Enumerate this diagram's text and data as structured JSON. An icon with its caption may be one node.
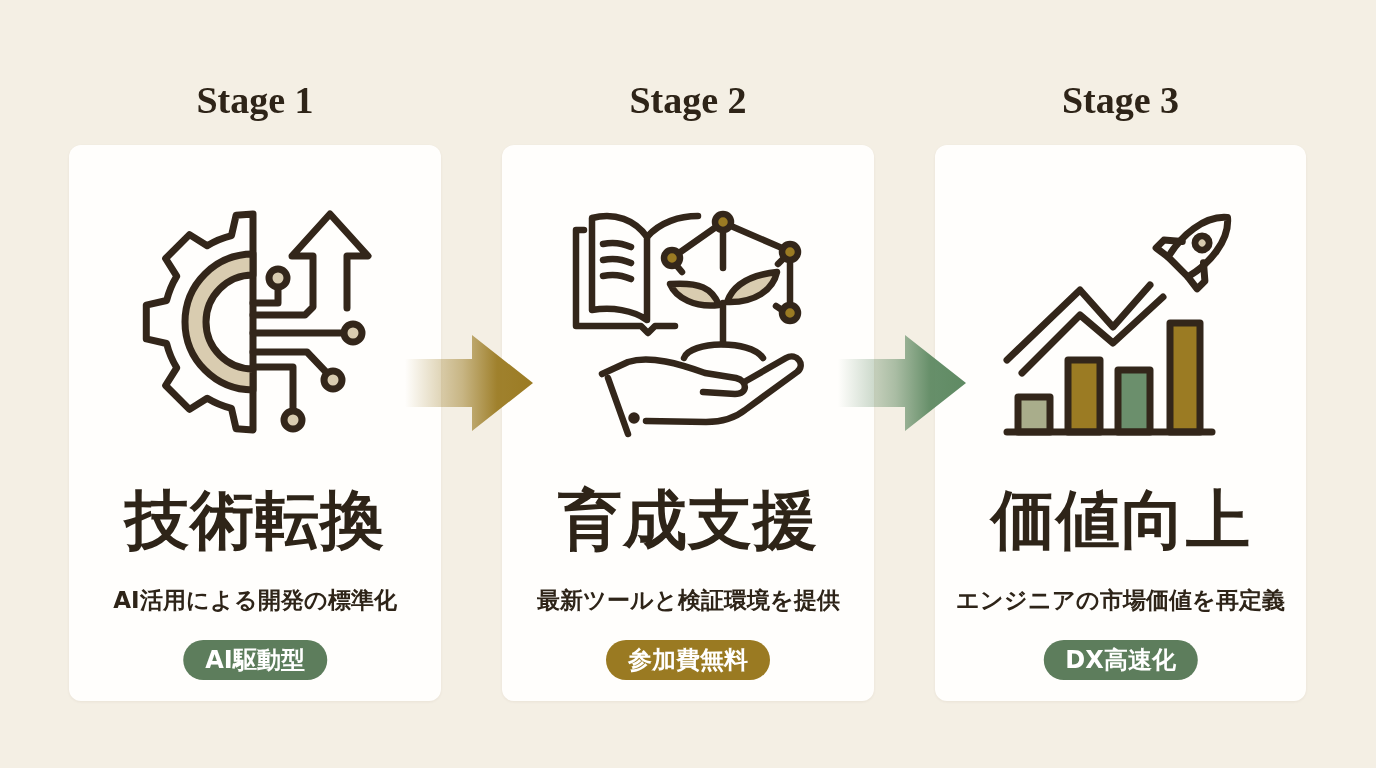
{
  "diagram": {
    "nodes": [
      {
        "text": [
          "Stage 1",
          "技術転換",
          "AI活用による開発の標準化"
        ]
      },
      {
        "text": [
          "AI駆動型"
        ],
        "in": 0
      },
      {
        "text": [
          "Stage 2",
          "育成支援",
          "最新ツールと検証環境を提供"
        ]
      },
      {
        "text": [
          "参加費無料"
        ],
        "in": 2
      },
      {
        "text": [
          "Stage 3",
          "価値向上",
          "エンジニアの市場価値を再定義"
        ]
      },
      {
        "text": [
          "DX高速化"
        ],
        "in": 4
      }
    ],
    "edges": [
      {
        "from": 0,
        "to": 2,
        "arrow": "to",
        "color": "#9b7b23"
      },
      {
        "from": 2,
        "to": 4,
        "arrow": "to",
        "color": "#5f8a63"
      }
    ]
  }
}
